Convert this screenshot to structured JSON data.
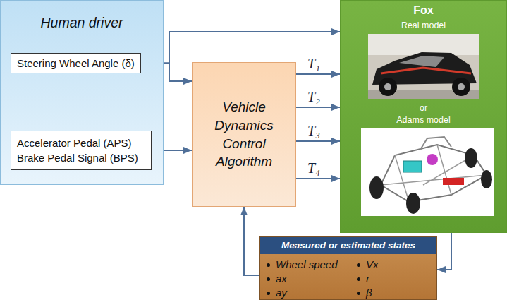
{
  "diagram": {
    "nodes": [
      {
        "text": [
          "Human driver"
        ]
      },
      {
        "text": [
          "Steering Wheel Angle (δ)"
        ],
        "in": 0
      },
      {
        "text": [
          "Accelerator Pedal (APS) Brake Pedal Signal (BPS)"
        ],
        "in": 0
      },
      {
        "text": [
          "Vehicle Dynamics Control Algorithm"
        ]
      },
      {
        "text": [
          "Fox",
          "Real model",
          "or",
          "Adams model"
        ]
      },
      {
        "text": [
          "Measured or estimated states",
          "Wheel speed",
          "Vx",
          "ax",
          "r",
          "ay",
          "β"
        ]
      }
    ],
    "edges": [
      {
        "from": 1,
        "to": 4,
        "arrow": "to"
      },
      {
        "from": 1,
        "to": 3,
        "arrow": "to"
      },
      {
        "from": 2,
        "to": 3,
        "arrow": "to"
      },
      {
        "from": 3,
        "to": 4,
        "label": "T₁",
        "arrow": "to"
      },
      {
        "from": 3,
        "to": 4,
        "label": "T₂",
        "arrow": "to"
      },
      {
        "from": 3,
        "to": 4,
        "label": "T₃",
        "arrow": "to"
      },
      {
        "from": 3,
        "to": 4,
        "label": "T₄",
        "arrow": "to"
      },
      {
        "from": 4,
        "to": 5,
        "arrow": "to"
      },
      {
        "from": 5,
        "to": 3,
        "arrow": "to"
      }
    ]
  }
}
